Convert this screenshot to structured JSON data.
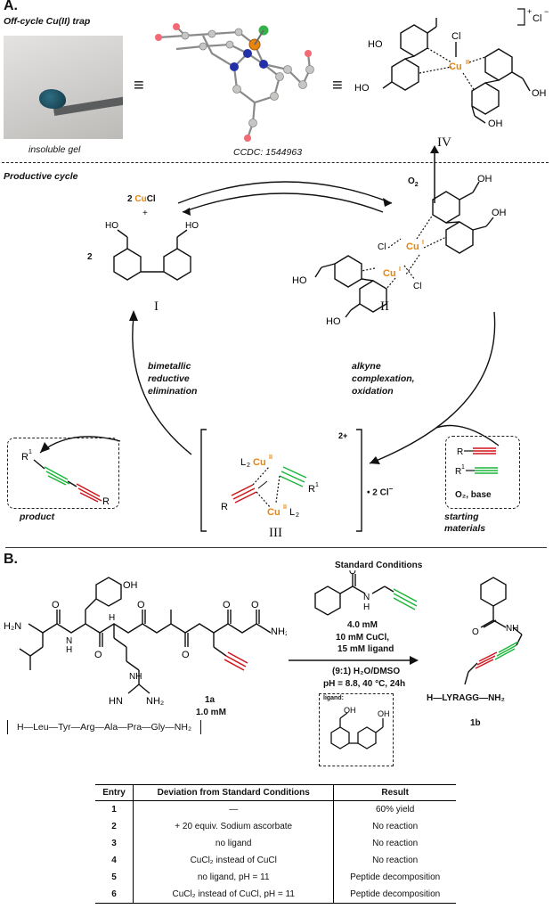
{
  "panel_a": {
    "label": "A.",
    "offcycle_title": "Off-cycle Cu(II) trap",
    "gel_caption": "insoluble gel",
    "ccdc": "CCDC: 1544963",
    "equiv_symbol": "≡",
    "productive_title": "Productive cycle",
    "oxygen": "O",
    "oxygen_sub": "2",
    "complex_iv": {
      "label": "IV",
      "charge": "+",
      "counterion": "Cl",
      "counterion_sup": "−",
      "cl": "Cl",
      "oh": "OH",
      "ho": "HO",
      "cu": "Cu",
      "cu_sup": "II"
    },
    "reagent_i": {
      "coef": "2",
      "cu": "Cu",
      "cl": "Cl",
      "plus": "+",
      "ligand_coef": "2",
      "label": "I",
      "ho": "HO"
    },
    "complex_ii": {
      "label": "II",
      "cu": "Cu",
      "cu_sup": "I",
      "cl": "Cl",
      "ho": "HO",
      "oh": "OH"
    },
    "complex_iii": {
      "label": "III",
      "charge": "2+",
      "dot_cl": "• 2 Cl",
      "dot_cl_sup": "−",
      "l2": "L",
      "cu": "Cu",
      "cu_sup": "II",
      "r": "R",
      "r1": "R",
      "r1_sup": "1"
    },
    "left_step": [
      "bimetallic",
      "reductive",
      "elimination"
    ],
    "right_step": [
      "alkyne",
      "complexation,",
      "oxidation"
    ],
    "product_label": "product",
    "product_r1": "R",
    "product_r1_sup": "1",
    "product_r": "R",
    "sm_r": "R",
    "sm_r1": "R",
    "sm_r1_sup": "1",
    "sm_conditions": "O₂, base",
    "sm_label": [
      "starting",
      "materials"
    ]
  },
  "panel_b": {
    "label": "B.",
    "standard_title": "Standard Conditions",
    "alkyne_conc": "4.0 mM",
    "cond_lines": [
      "10 mM CuCl,",
      "15 mM ligand"
    ],
    "solvent": "(9:1) H₂O/DMSO",
    "ph_line": "pH = 8.8, 40 °C, 24h",
    "ligand_box_label": "ligand:",
    "peptide_label": "1a",
    "peptide_conc": "1.0 mM",
    "sequence": "H—Leu—Tyr—Arg—Ala—Pra—Gly—NH₂",
    "product_label": "1b",
    "product_seq": "H—LYRAGG—NH₂",
    "peptide_atoms": {
      "h2n": "H₂N",
      "oh": "OH",
      "nh2": "NH₂",
      "hn": "HN",
      "nh": "NH",
      "o": "O",
      "n": "N",
      "h": "H",
      "h2": "H"
    }
  },
  "table": {
    "headers": [
      "Entry",
      "Deviation from Standard Conditions",
      "Result"
    ],
    "rows": [
      [
        "1",
        "—",
        "60% yield"
      ],
      [
        "2",
        "+ 20 equiv. Sodium ascorbate",
        "No reaction"
      ],
      [
        "3",
        "no ligand",
        "No reaction"
      ],
      [
        "4",
        "CuCl₂ instead of CuCl",
        "No reaction"
      ],
      [
        "5",
        "no ligand, pH = 11",
        "Peptide decomposition"
      ],
      [
        "6",
        "CuCl₂ instead of CuCl, pH = 11",
        "Peptide decomposition"
      ]
    ]
  },
  "colors": {
    "copper": "#e8850c",
    "alkyne_red": "#d0141c",
    "alkyne_green": "#1bb53a",
    "line": "#111111"
  }
}
